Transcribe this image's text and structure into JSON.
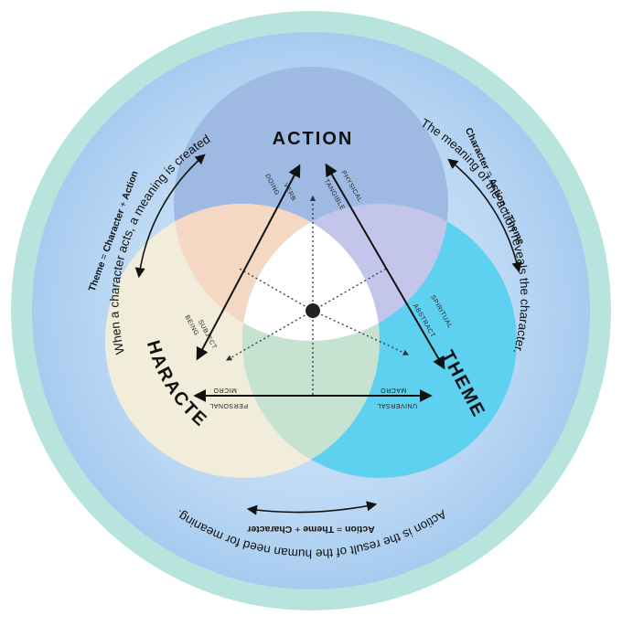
{
  "titles": {
    "action": "ACTION",
    "character": "CHARACTER",
    "theme": "THEME"
  },
  "ring": {
    "left": "When a character acts, a meaning is created.",
    "right": "The meaning of the action reveals the character.",
    "bottom": "Action is the result of the human need for meaning."
  },
  "formulas": {
    "theme": {
      "bold": "Theme",
      "eq": " = ",
      "a": "Character",
      "plus": " + ",
      "b": "Action"
    },
    "character": {
      "bold": "Character",
      "eq": " = ",
      "a": "Action",
      "plus": " + ",
      "b": "Theme"
    },
    "action": {
      "bold": "Action",
      "eq": " = ",
      "a": "Theme",
      "plus": " + ",
      "b": "Character"
    }
  },
  "edge_labels": {
    "doing": "DOING",
    "verb": "VERB",
    "physical": "PHYSICAL",
    "tangible": "TANGIBLE",
    "being": "BEING",
    "subject": "SUBJECT",
    "spiritual": "SPIRITUAL",
    "abstract": "ABSTRACT",
    "micro": "MICRO",
    "personal": "PERSONAL",
    "macro": "MACRO",
    "universal": "UNIVERSAL"
  },
  "colors": {
    "outer_ring": "#b5e4dd",
    "inner_disc": "#a9cdf1",
    "action_circle": "#9db8e0",
    "character_circle": "#f1ecd8",
    "theme_circle": "#5fd0f0",
    "center_region": "#ffffff",
    "ink": "#111111"
  }
}
